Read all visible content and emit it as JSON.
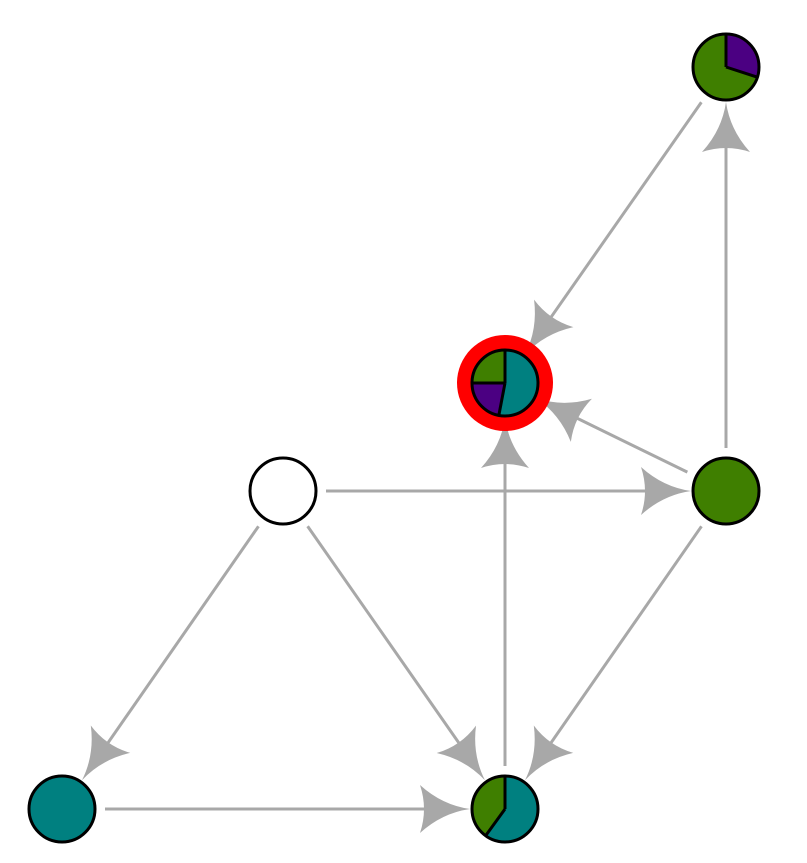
{
  "colors": {
    "edge": "#a8a8a8",
    "highlight": "#ff0000",
    "outline": "#000000",
    "teal": "#008080",
    "green": "#3f7f00",
    "purple": "#4b0082",
    "white": "#ffffff"
  },
  "nodes": [
    {
      "id": "top-right",
      "slices": [
        {
          "color": "purple",
          "frac": 0.3
        },
        {
          "color": "green",
          "frac": 0.7
        }
      ],
      "highlighted": false
    },
    {
      "id": "center",
      "slices": [
        {
          "color": "teal",
          "frac": 0.53
        },
        {
          "color": "purple",
          "frac": 0.22
        },
        {
          "color": "green",
          "frac": 0.25
        }
      ],
      "highlighted": true
    },
    {
      "id": "left-middle",
      "slices": [
        {
          "color": "white",
          "frac": 1.0
        }
      ],
      "highlighted": false
    },
    {
      "id": "right-middle",
      "slices": [
        {
          "color": "green",
          "frac": 1.0
        }
      ],
      "highlighted": false
    },
    {
      "id": "bottom-left",
      "slices": [
        {
          "color": "teal",
          "frac": 1.0
        }
      ],
      "highlighted": false
    },
    {
      "id": "bottom-center",
      "slices": [
        {
          "color": "teal",
          "frac": 0.6
        },
        {
          "color": "green",
          "frac": 0.4
        }
      ],
      "highlighted": false
    }
  ],
  "edges": [
    {
      "from": "top-right",
      "to": "center"
    },
    {
      "from": "right-middle",
      "to": "top-right"
    },
    {
      "from": "right-middle",
      "to": "center"
    },
    {
      "from": "left-middle",
      "to": "right-middle"
    },
    {
      "from": "left-middle",
      "to": "bottom-left"
    },
    {
      "from": "left-middle",
      "to": "bottom-center"
    },
    {
      "from": "right-middle",
      "to": "bottom-center"
    },
    {
      "from": "bottom-center",
      "to": "center"
    },
    {
      "from": "bottom-left",
      "to": "bottom-center"
    }
  ]
}
